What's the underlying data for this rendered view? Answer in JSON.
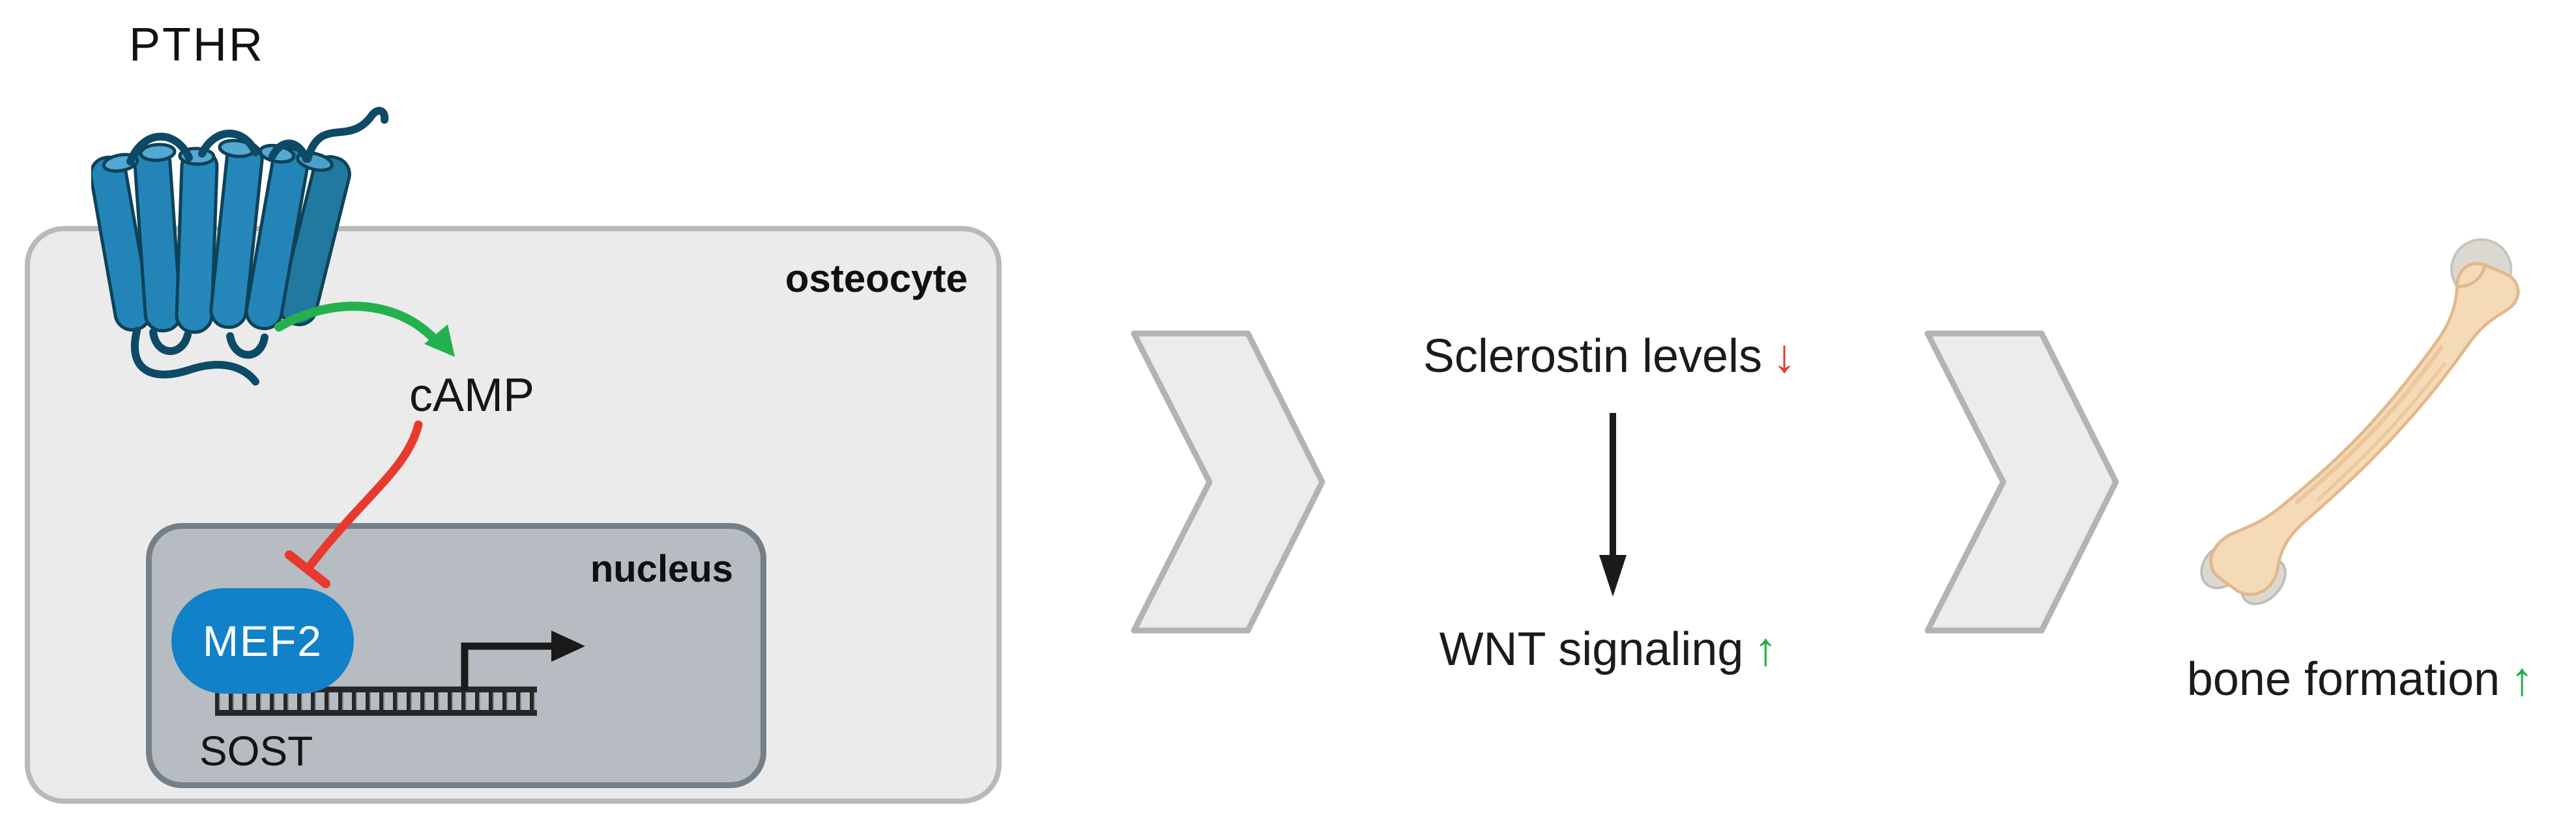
{
  "figure": {
    "type": "signaling-pathway-diagram",
    "osteocyte_panel": {
      "cell_label": "osteocyte",
      "receptor_label": "PTHR",
      "second_messenger_label": "cAMP",
      "nucleus_label": "nucleus",
      "transcription_factor_label": "MEF2",
      "gene_label": "SOST"
    },
    "middle_panel": {
      "line1": {
        "text": "Sclerostin levels",
        "direction_glyph": "↓"
      },
      "line2": {
        "text": "WNT signaling",
        "direction_glyph": "↑"
      }
    },
    "right_panel": {
      "line": {
        "text": "bone formation",
        "direction_glyph": "↑"
      }
    },
    "icons": {
      "receptor": "pthr-7tm-receptor-icon",
      "bone": "femur-bone-icon",
      "step_arrows": "chevron-right-icon",
      "activation": "green-curved-arrow-icon",
      "inhibition": "red-inhibition-tbar-icon",
      "transcription": "transcription-start-arrow-icon",
      "flow": "down-arrow-icon"
    },
    "colors": {
      "activation_arrow_green": "#23b14d",
      "inhibition_arrow_red": "#e8392f",
      "decrease_glyph_red": "#e8392f",
      "increase_glyph_green": "#1fae44",
      "mef2_fill_blue": "#1182c8",
      "receptor_blue": "#2385b7",
      "cell_fill": "#ebebeb",
      "cell_border": "#b9b9b9",
      "nucleus_fill": "#b6bcc1",
      "nucleus_border": "#747f86",
      "chevron_fill": "#ececec",
      "chevron_border": "#b3b3b3",
      "dna_dark": "#272727",
      "bone_beige": "#f4dab6",
      "bone_cartilage_gray": "#dbd8d2"
    }
  }
}
